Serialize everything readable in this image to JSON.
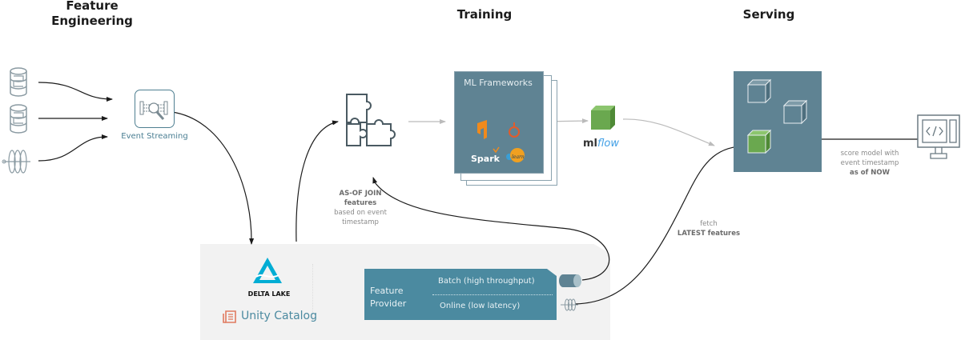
{
  "stages": {
    "feature_engineering": "Feature\nEngineering",
    "training": "Training",
    "serving": "Serving"
  },
  "sources": [
    {
      "icon": "database-icon"
    },
    {
      "icon": "database-icon"
    },
    {
      "icon": "stream-signal-icon"
    }
  ],
  "event_streaming": {
    "label": "Event Streaming",
    "icon": "event-streaming-icon"
  },
  "join": {
    "icon": "puzzle-icon"
  },
  "join_note": {
    "line1": "AS-OF JOIN",
    "line2": "features",
    "line3": "based on event",
    "line4": "timestamp"
  },
  "ml_frameworks": {
    "title": "ML Frameworks",
    "logos": [
      "tensorflow",
      "pytorch",
      "spark",
      "scikit-learn"
    ],
    "spark_label": "Spark",
    "sklearn_label": "learn"
  },
  "mlflow": {
    "label_ml": "ml",
    "label_flow": "flow"
  },
  "fetch_note": {
    "line1": "fetch",
    "line2": "LATEST features"
  },
  "score_note": {
    "line1": "score model with",
    "line2": "event timestamp",
    "line3": "as of NOW"
  },
  "storage": {
    "delta_lake": "DELTA LAKE",
    "unity_catalog": "Unity Catalog"
  },
  "feature_provider": {
    "title_line1": "Feature",
    "title_line2": "Provider",
    "batch": "Batch (high throughput)",
    "online": "Online (low latency)"
  },
  "colors": {
    "slate": "#5f8393",
    "teal": "#4b8aa0",
    "green": "#6aa84f",
    "delta_blue": "#00add4",
    "unity_orange": "#e07a5f"
  }
}
